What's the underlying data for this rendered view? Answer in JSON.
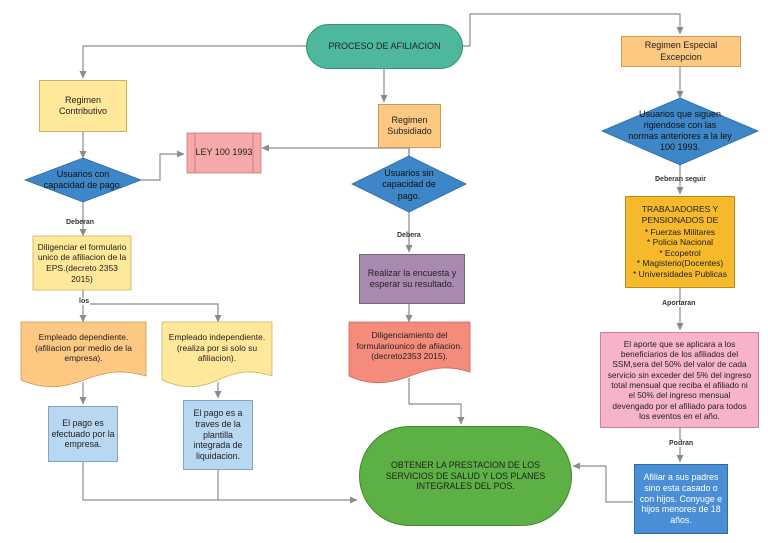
{
  "colors": {
    "teal": "#4db89b",
    "pale_yellow": "#ffe89a",
    "orange": "#fdc882",
    "blue_diamond": "#3d87c8",
    "light_blue": "#b8d7f1",
    "pink_doc": "#f5a9a9",
    "mauve": "#a98aaf",
    "salmon": "#f58b7a",
    "gold": "#f7b92c",
    "pink": "#f7b4c8",
    "mid_blue": "#4a8ed5",
    "green": "#5db043",
    "line": "#8c8c8c"
  },
  "nodes": {
    "proceso": "PROCESO DE AFILIACION",
    "contributivo": "Regimen Contributivo",
    "subsidiado": "Regimen Subsidiado",
    "especial": "Regimen Especial Excepcion",
    "ley": "LEY 100 1993",
    "usuarios_capacidad": "Usuarios con capacidad de pago.",
    "usuarios_sin": "Usuarios sin capacidad de pago.",
    "usuarios_rigiendose": "Usuarios que siguen rigiendose  con las normas anteriores a la ley 100 1993.",
    "diligenciar": "Diligenciar el formulario unico de afiliacion de la EPS.(decreto 2353 2015)",
    "trabajadores_title": "TRABAJADORES Y PENSIONADOS DE",
    "trabajadores_list": [
      "* Fuerzas Militares",
      "* Policia Nacional",
      "* Ecopetrol",
      "* Magisterio(Docentes)",
      "* Universidades Publicas"
    ],
    "encuesta": "Realizar la encuesta y esperar su resultado.",
    "diligenciamiento": "Diligenciamiento del formulariounico de afiiacion.(decreto2353 2015).",
    "dependiente": "Empleado dependiente.(afiliacion por medio de la empresa).",
    "independiente": "Empleado independiente.(realiza por si solo su afiliacion).",
    "aporte": "El aporte que se aplicara a los beneficiarios de los afiliados del SSM,sera del 50% del valor de cada servicio sin exceder del 5% del ingreso total mensual que reciba el afiliado ni el 50% del ingreso mensual devengado  por el afiliado para todos los eventos en el año.",
    "pago_empresa": "El pago es efectuado por la empresa.",
    "pago_planilla": "El pago es a traves de la plantilla integrada de liquidacion.",
    "obtener": "OBTENER LA PRESTACION DE LOS SERVICIOS DE SALUD Y LOS PLANES INTEGRALES DEL POS.",
    "afiliar": "Afiliar a sus padres sino esta casado o con hijos. Conyuge e hijos menores de 18 años."
  },
  "edge_labels": {
    "deberan": "Deberan",
    "deberan_seguir": "Deberan seguir",
    "debera": "Debera",
    "los": "los",
    "aportaran": "Aportaran",
    "podran": "Podran"
  }
}
